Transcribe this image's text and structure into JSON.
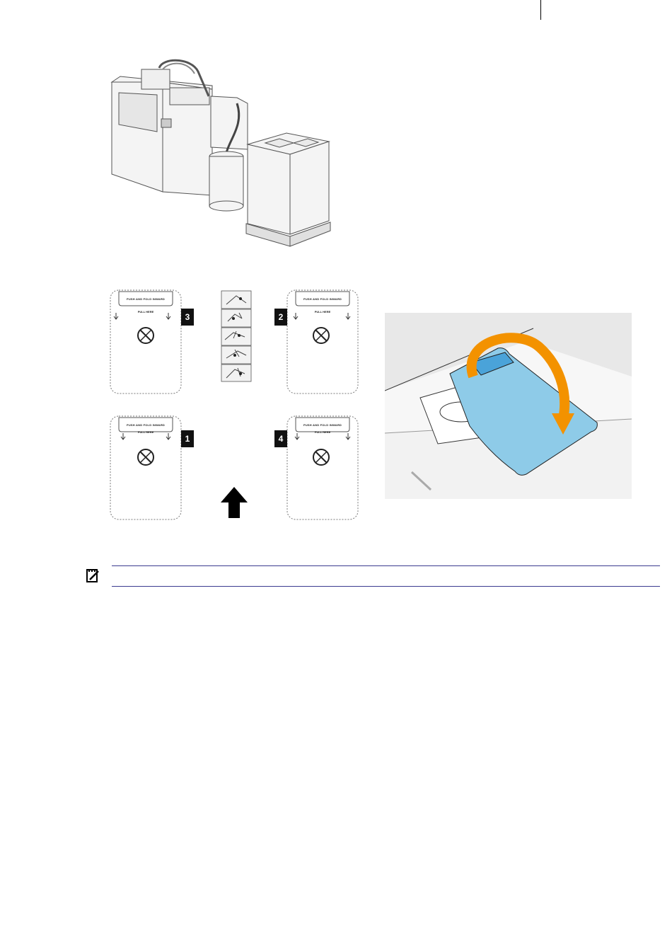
{
  "figure_printer": {
    "alt_name": "printer-and-build-material-box"
  },
  "instruction_panels": [
    {
      "step": "3",
      "header": "PUSH AND FOLD INWARD",
      "pull_label": "PULL HERE"
    },
    {
      "step": "2",
      "header": "PUSH AND FOLD INWARD",
      "pull_label": "PULL HERE"
    },
    {
      "step": "1",
      "header": "PUSH AND FOLD INWARD",
      "pull_label": "PULL HERE"
    },
    {
      "step": "4",
      "header": "PUSH AND FOLD INWARD",
      "pull_label": "PULL HERE"
    }
  ],
  "colors": {
    "flap": "#8ecbe8",
    "flap_tab": "#4aa3d9",
    "arrow": "#f39200",
    "scene_bg": "#e8e8e8",
    "note_rule": "#3b3a8f"
  },
  "note": {
    "icon": "important-note-icon"
  }
}
